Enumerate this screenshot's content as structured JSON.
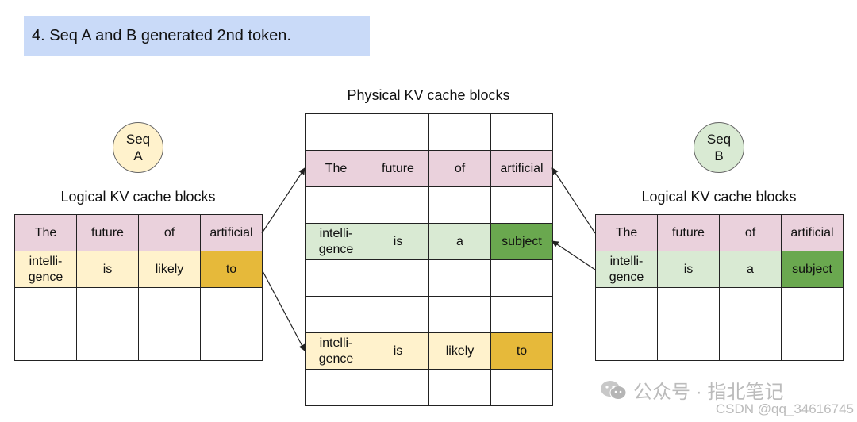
{
  "header": {
    "title": "4. Seq A and B generated 2nd token."
  },
  "physical": {
    "title": "Physical KV cache blocks",
    "rows": [
      [
        "",
        "",
        "",
        ""
      ],
      [
        "The",
        "future",
        "of",
        "artificial"
      ],
      [
        "",
        "",
        "",
        ""
      ],
      [
        "intelli-\ngence",
        "is",
        "a",
        "subject"
      ],
      [
        "",
        "",
        "",
        ""
      ],
      [
        "",
        "",
        "",
        ""
      ],
      [
        "intelli-\ngence",
        "is",
        "likely",
        "to"
      ],
      [
        "",
        "",
        "",
        ""
      ]
    ]
  },
  "seq_a": {
    "circle_label": "Seq\nA",
    "title": "Logical KV cache blocks",
    "rows": [
      [
        "The",
        "future",
        "of",
        "artificial"
      ],
      [
        "intelli-\ngence",
        "is",
        "likely",
        "to"
      ],
      [
        "",
        "",
        "",
        ""
      ],
      [
        "",
        "",
        "",
        ""
      ]
    ]
  },
  "seq_b": {
    "circle_label": "Seq\nB",
    "title": "Logical KV cache blocks",
    "rows": [
      [
        "The",
        "future",
        "of",
        "artificial"
      ],
      [
        "intelli-\ngence",
        "is",
        "a",
        "subject"
      ],
      [
        "",
        "",
        "",
        ""
      ],
      [
        "",
        "",
        "",
        ""
      ]
    ]
  },
  "colors": {
    "prompt_red": "#ead1dc",
    "seq_a_token": "#fff2cc",
    "seq_a_new": "#e6b93a",
    "seq_b_token": "#d9ead3",
    "seq_b_new": "#6aa84f",
    "circle_a": "#fff2cc",
    "circle_b": "#d9ead3",
    "title_bg": "#c9daf8"
  },
  "watermark": {
    "channel": "公众号 · 指北笔记",
    "credit": "CSDN @qq_34616745",
    "icon": "wechat-icon"
  }
}
